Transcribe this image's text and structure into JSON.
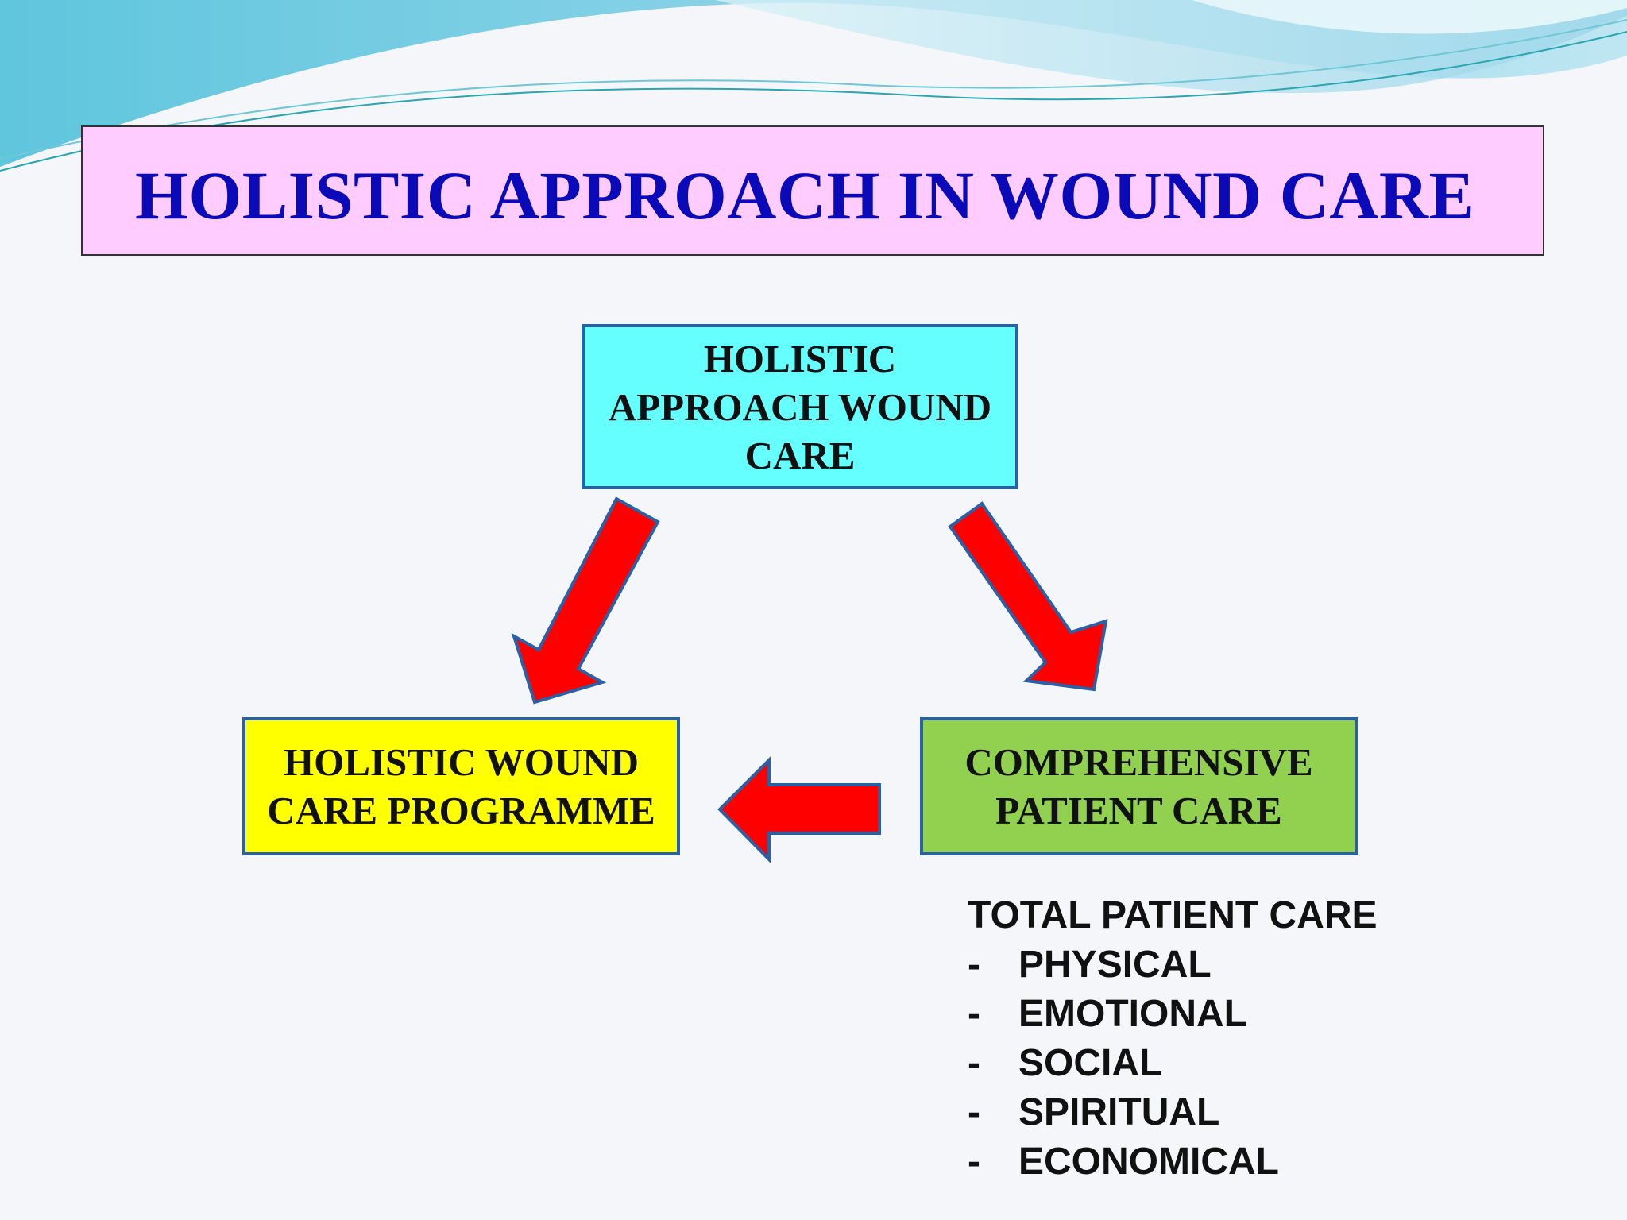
{
  "slide": {
    "title": "HOLISTIC APPROACH IN WOUND CARE"
  },
  "diagram": {
    "top_box": {
      "lines": [
        "HOLISTIC",
        "APPROACH WOUND",
        "CARE"
      ],
      "color": "#66ffff"
    },
    "left_box": {
      "lines": [
        "HOLISTIC WOUND",
        "CARE PROGRAMME"
      ],
      "color": "#ffff00"
    },
    "right_box": {
      "lines": [
        "COMPREHENSIVE",
        "PATIENT CARE"
      ],
      "color": "#92d050"
    },
    "arrow_color": "#ff0000",
    "arrow_outline": "#2a61a6",
    "flow": [
      "top_box -> left_box",
      "top_box -> right_box",
      "right_box -> left_box"
    ]
  },
  "care_list": {
    "heading": "TOTAL PATIENT CARE",
    "bullet": "-",
    "items": [
      "PHYSICAL",
      "EMOTIONAL",
      "SOCIAL",
      "SPIRITUAL",
      "ECONOMICAL"
    ]
  }
}
